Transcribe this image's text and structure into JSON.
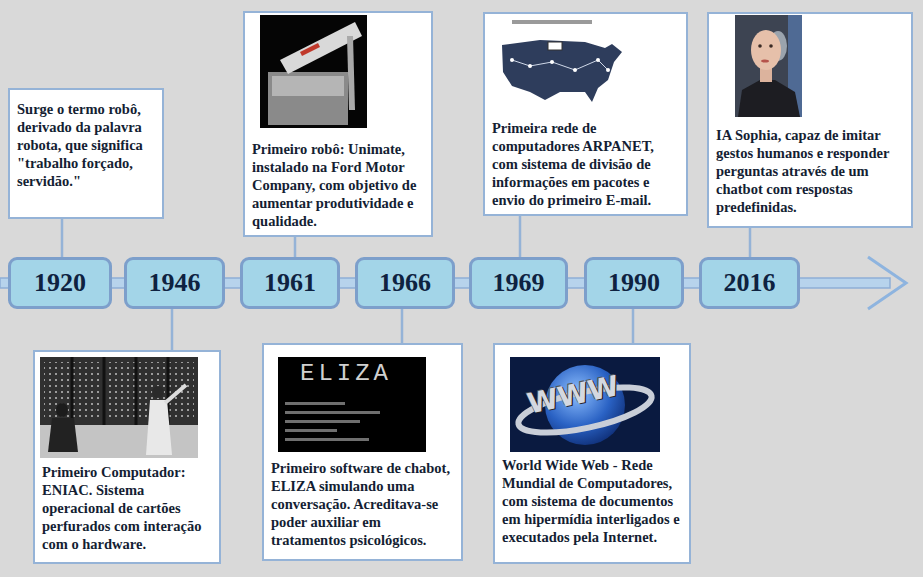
{
  "diagram": {
    "nodes": [
      {
        "text": [
          "1920"
        ]
      },
      {
        "text": [
          "Surge o termo robô, derivado da palavra robota, que significa \"trabalho forçado, servidão.\""
        ]
      },
      {
        "text": [
          "1946"
        ]
      },
      {
        "text": [
          "Primeiro Computador: ENIAC. Sistema operacional de cartões perfurados com interação com o hardware."
        ]
      },
      {
        "text": [
          "1961"
        ]
      },
      {
        "text": [
          "Primeiro robô: Unimate, instalado na Ford Motor Company, com objetivo de aumentar produtividade e qualidade."
        ]
      },
      {
        "text": [
          "1966"
        ]
      },
      {
        "text": [
          "Primeiro software de chabot, ELIZA simulando uma conversação. Acreditava-se poder auxiliar em tratamentos psicológicos."
        ]
      },
      {
        "text": [
          "1969"
        ]
      },
      {
        "text": [
          "Primeira rede de computadores ARPANET, com sistema de divisão de informações em pacotes e envio do primeiro E-mail."
        ]
      },
      {
        "text": [
          "1990"
        ]
      },
      {
        "text": [
          "World Wide Web - Rede Mundial de Computadores, com sistema de documentos em hipermídia interligados e executados pela Internet."
        ]
      },
      {
        "text": [
          "2016"
        ]
      },
      {
        "text": [
          "IA Sophia, capaz de imitar gestos humanos e responder perguntas através de um chatbot com respostas predefinidas."
        ]
      }
    ],
    "edges": [
      {
        "from": 0,
        "to": 1,
        "arrow": "none"
      },
      {
        "from": 2,
        "to": 3,
        "arrow": "none"
      },
      {
        "from": 4,
        "to": 5,
        "arrow": "none"
      },
      {
        "from": 6,
        "to": 7,
        "arrow": "none"
      },
      {
        "from": 8,
        "to": 9,
        "arrow": "none"
      },
      {
        "from": 10,
        "to": 11,
        "arrow": "none"
      },
      {
        "from": 12,
        "to": 13,
        "arrow": "none"
      }
    ],
    "labels": [
      "ELIZA",
      "WWW"
    ]
  }
}
